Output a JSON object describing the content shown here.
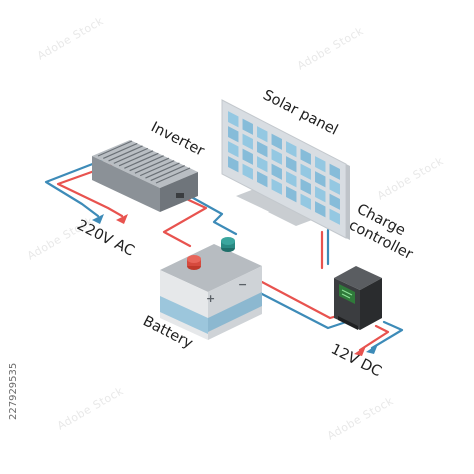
{
  "labels": {
    "solar_panel": "Solar panel",
    "inverter": "Inverter",
    "charge_controller_line1": "Charge",
    "charge_controller_line2": "controller",
    "battery": "Battery",
    "ac_output": "220V AC",
    "dc_output": "12V DC"
  },
  "watermark": {
    "id_number": "227929535",
    "stock_logo": "Adobe Stock"
  },
  "colors": {
    "wire_red": "#e8534f",
    "wire_blue": "#3d8bb8",
    "panel_cell": "#8ec2dd",
    "panel_frame": "#d8dde2",
    "inverter_body": "#9aa0a6",
    "battery_body": "#e6e8ea",
    "controller_body": "#3b3d40",
    "controller_screen": "#2f7a3a"
  },
  "icons": {
    "battery_plus": "+",
    "battery_minus": "−"
  }
}
